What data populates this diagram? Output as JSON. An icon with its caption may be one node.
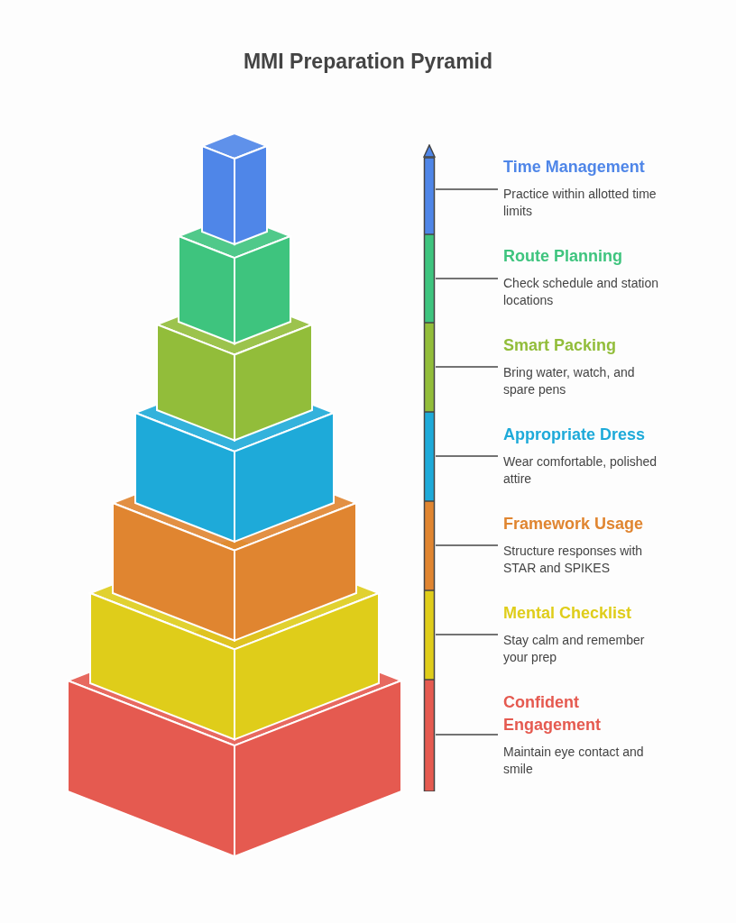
{
  "diagram": {
    "title": "MMI Preparation Pyramid",
    "nodes": [
      {
        "text": [
          "Time Management",
          "Practice within allotted time limits"
        ]
      },
      {
        "text": [
          "Route Planning",
          "Check schedule and station locations"
        ]
      },
      {
        "text": [
          "Smart Packing",
          "Bring water, watch, and spare pens"
        ]
      },
      {
        "text": [
          "Appropriate Dress",
          "Wear comfortable, polished attire"
        ]
      },
      {
        "text": [
          "Framework Usage",
          "Structure responses with STAR and SPIKES"
        ]
      },
      {
        "text": [
          "Mental Checklist",
          "Stay calm and remember your prep"
        ]
      },
      {
        "text": [
          "Confident Engagement",
          "Maintain eye contact and smile"
        ]
      },
      {
        "text": [],
        "shape": "bar"
      },
      {
        "text": [],
        "shape": "bar"
      },
      {
        "text": [],
        "shape": "bar"
      },
      {
        "text": [],
        "shape": "bar"
      },
      {
        "text": [],
        "shape": "bar"
      },
      {
        "text": [],
        "shape": "bar"
      },
      {
        "text": [],
        "shape": "bar"
      }
    ],
    "edges": [
      {
        "from": 0,
        "to": 7,
        "arrow": "none"
      },
      {
        "from": 1,
        "to": 8,
        "arrow": "none"
      },
      {
        "from": 2,
        "to": 9,
        "arrow": "none"
      },
      {
        "from": 3,
        "to": 10,
        "arrow": "none"
      },
      {
        "from": 4,
        "to": 11,
        "arrow": "none"
      },
      {
        "from": 5,
        "to": 12,
        "arrow": "none"
      },
      {
        "from": 6,
        "to": 13,
        "arrow": "none"
      }
    ]
  }
}
